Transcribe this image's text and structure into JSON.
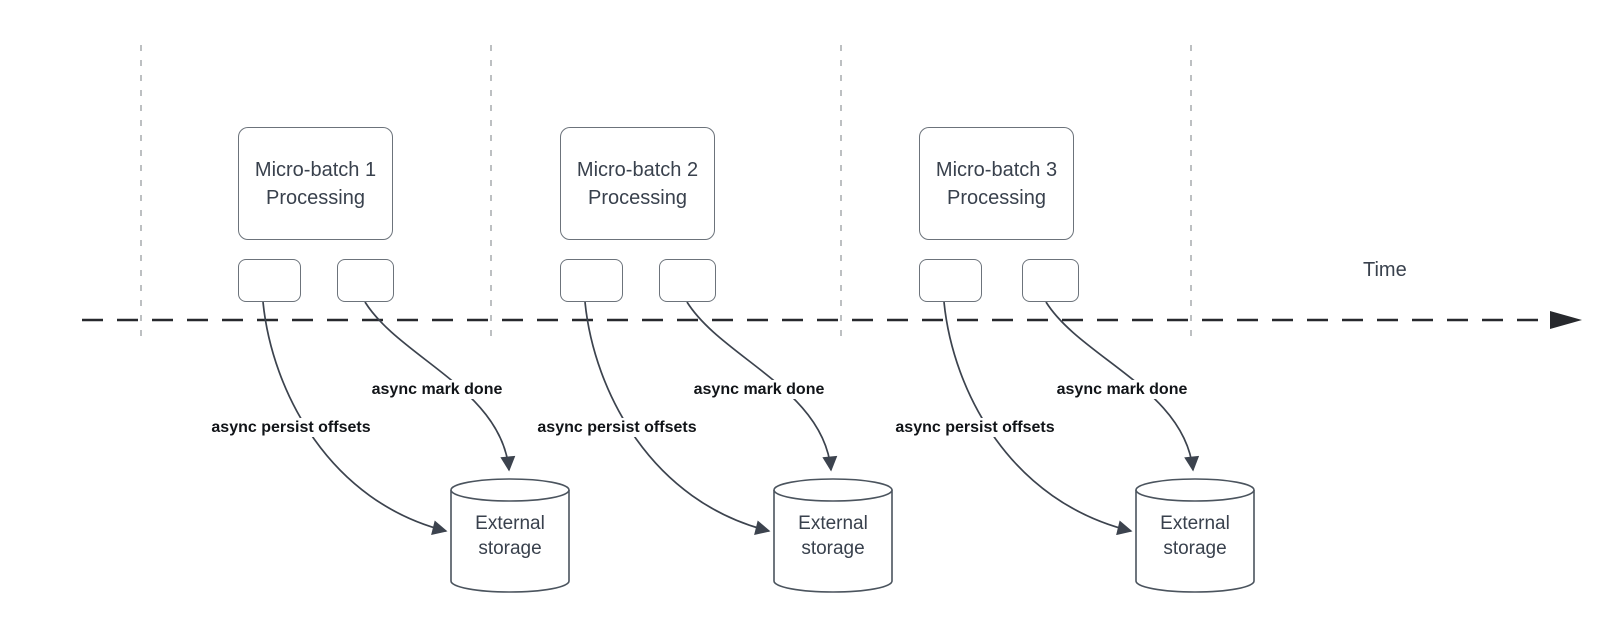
{
  "diagram": {
    "title_semantics": "Micro-batch processing timeline with async writes to external storage",
    "time_label": "Time",
    "groups": [
      {
        "batch_label": "Micro-batch 1 Processing",
        "persist_label": "async persist offsets",
        "done_label": "async mark done",
        "storage_label": "External storage"
      },
      {
        "batch_label": "Micro-batch 2 Processing",
        "persist_label": "async persist offsets",
        "done_label": "async mark done",
        "storage_label": "External storage"
      },
      {
        "batch_label": "Micro-batch 3 Processing",
        "persist_label": "async persist offsets",
        "done_label": "async mark done",
        "storage_label": "External storage"
      }
    ],
    "colors": {
      "timeline_stroke": "#27292d",
      "gridline_stroke": "#b6b9bc",
      "arrow_stroke": "#3c434e",
      "shape_border": "#6c737b",
      "text_primary": "#39414d",
      "text_bold_label": "#111418",
      "background": "#ffffff"
    }
  }
}
